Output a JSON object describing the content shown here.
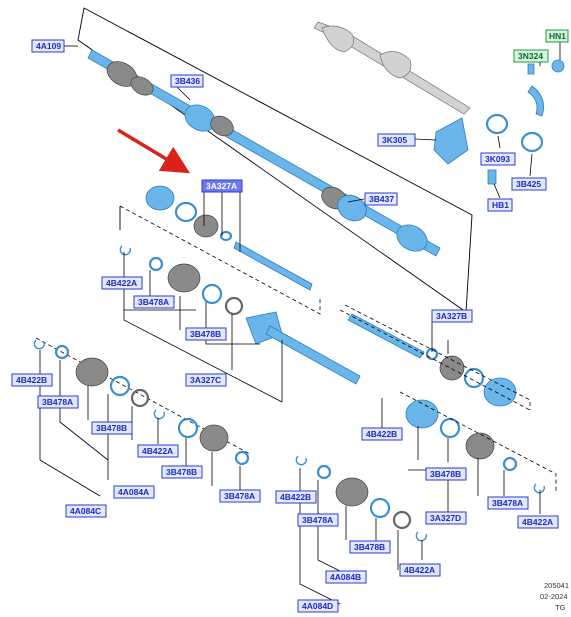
{
  "callouts": {
    "c_4A109": "4A109",
    "c_3B436": "3B436",
    "c_3A327A": "3A327A",
    "c_3B437": "3B437",
    "c_3K305": "3K305",
    "c_3K093": "3K093",
    "c_3B425": "3B425",
    "c_HB1": "HB1",
    "c_3N324": "3N324",
    "c_HN1": "HN1",
    "c_4B422A_1": "4B422A",
    "c_3B478A_1": "3B478A",
    "c_3B478B_1": "3B478B",
    "c_3A327C": "3A327C",
    "c_3A327B": "3A327B",
    "c_4B422B_1": "4B422B",
    "c_3B478A_2": "3B478A",
    "c_3B478B_2": "3B478B",
    "c_4B422A_2": "4B422A",
    "c_3B478B_3": "3B478B",
    "c_3B478A_3": "3B478A",
    "c_4A084A_1": "4A084A",
    "c_4A084C": "4A084C",
    "c_4B422B_2": "4B422B",
    "c_3B478B_4": "3B478B",
    "c_3A327D": "3A327D",
    "c_3B478A_4": "3B478A",
    "c_4B422A_3": "4B422A",
    "c_4B422B_3": "4B422B",
    "c_3B478A_5": "3B478A",
    "c_3B478B_5": "3B478B",
    "c_4B422A_4": "4B422A",
    "c_4A084B": "4A084B",
    "c_4A084D": "4A084D"
  },
  "stamp": {
    "code": "205041",
    "date": "02-2024",
    "initials": "TG"
  },
  "colors": {
    "callout_border": "#2b3bd6",
    "callout_fill": "#e4e8fb",
    "highlight_fill": "#6e79f0",
    "part_blue": "#6ab6ea",
    "arrow_red": "#d9231c",
    "green_tag": "#1e9e4a"
  }
}
